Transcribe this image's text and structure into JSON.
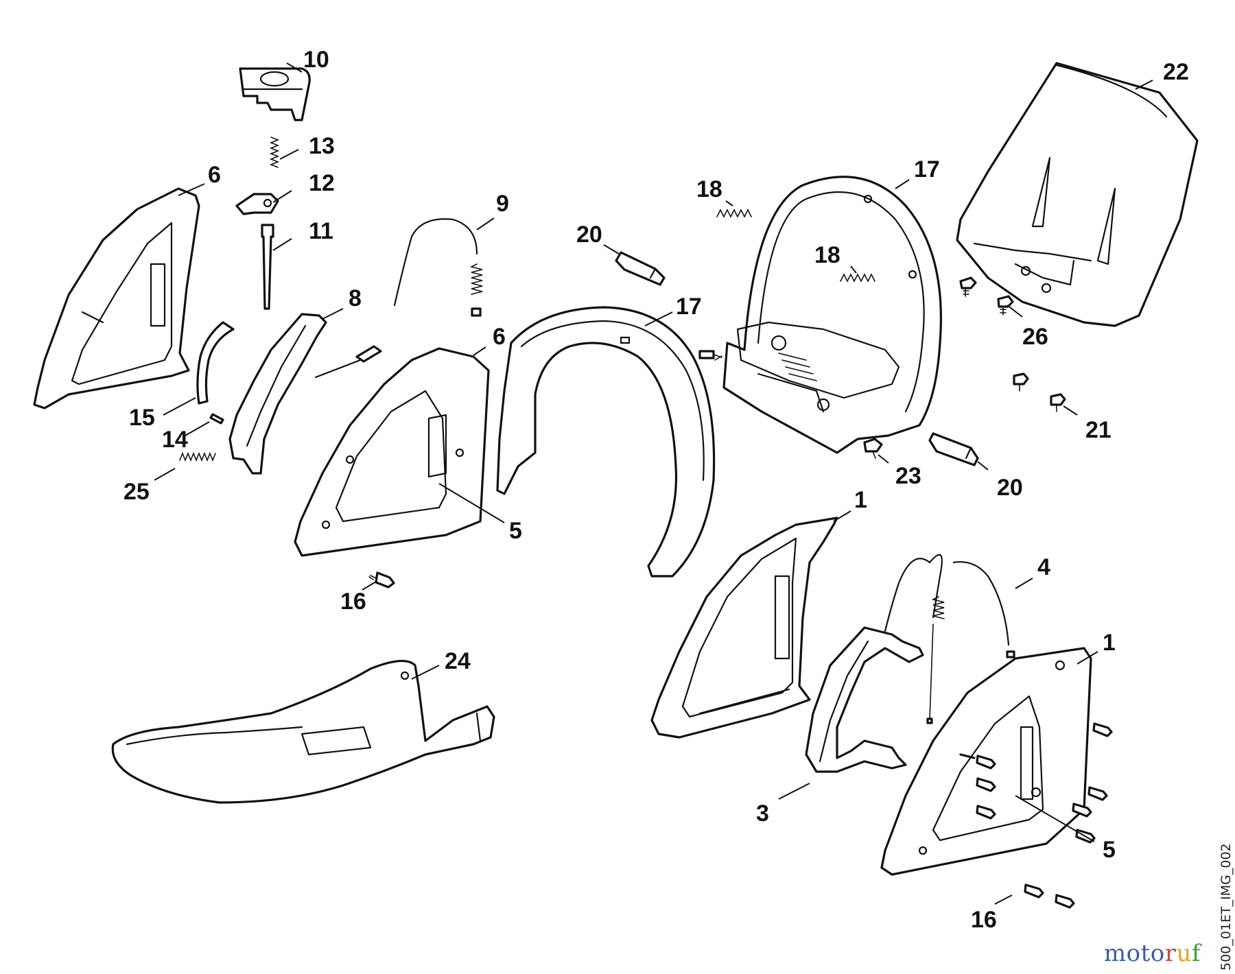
{
  "image_code": "500_01ET_IMG_002",
  "labels": {
    "l10": "10",
    "l13": "13",
    "l12": "12",
    "l11": "11",
    "l6a": "6",
    "l6b": "6",
    "l9": "9",
    "l8": "8",
    "l15": "15",
    "l14": "14",
    "l25": "25",
    "l5a": "5",
    "l16a": "16",
    "l20a": "20",
    "l17a": "17",
    "l18a": "18",
    "l18b": "18",
    "l17b": "17",
    "l22": "22",
    "l26": "26",
    "l21": "21",
    "l23": "23",
    "l20b": "20",
    "l1a": "1",
    "l4": "4",
    "l1b": "1",
    "l24": "24",
    "l3": "3",
    "l5b": "5",
    "l16b": "16"
  },
  "watermark": {
    "letters": [
      "m",
      "o",
      "t",
      "o",
      "r",
      "u",
      "f"
    ],
    "colors": [
      "#3a5ea8",
      "#3a5ea8",
      "#3a5ea8",
      "#3a5ea8",
      "#c8463a",
      "#e0a52a",
      "#3f9a46"
    ]
  }
}
